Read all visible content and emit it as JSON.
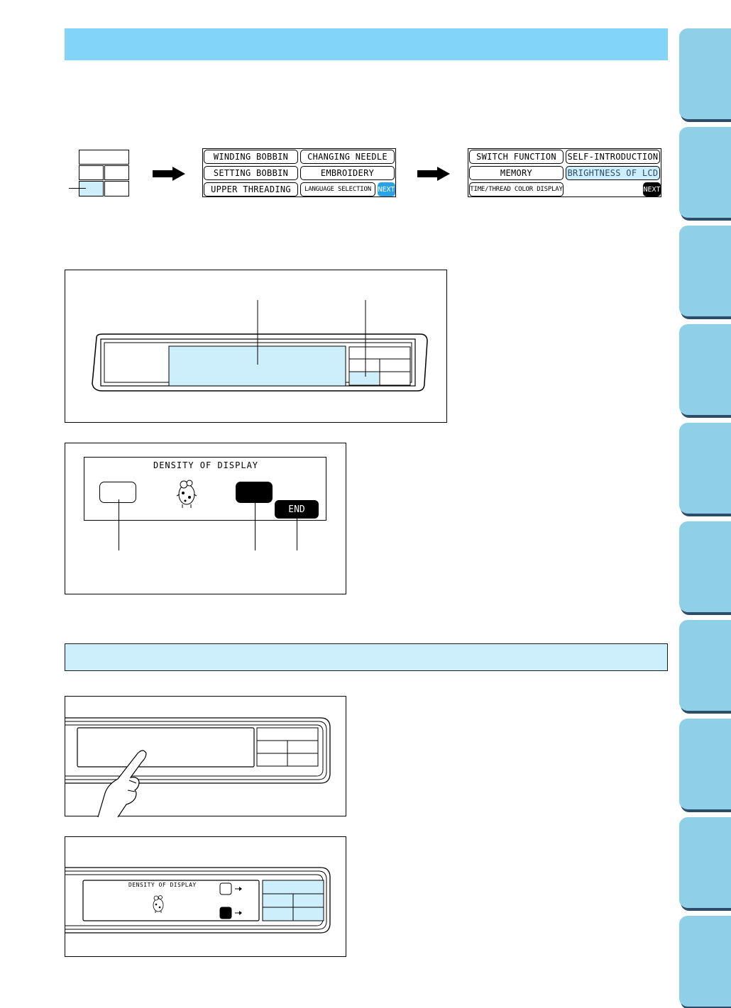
{
  "colors": {
    "header_bar": "#82d5f7",
    "sub_bar": "#cdeffb",
    "side_tab": "#8fcfe8",
    "next_button_active": "#29a3e6",
    "next_button_dark": "#000000",
    "lcd_highlight": "#cdeffb"
  },
  "menu_page_1": {
    "buttons": [
      "WINDING BOBBIN",
      "CHANGING NEEDLE",
      "SETTING BOBBIN",
      "EMBROIDERY",
      "UPPER THREADING",
      "LANGUAGE SELECTION"
    ],
    "next_label": "NEXT"
  },
  "menu_page_2": {
    "buttons": [
      "SWITCH FUNCTION",
      "SELF-INTRODUCTION",
      "MEMORY",
      "BRIGHTNESS OF LCD",
      "TIME/THREAD COLOR DISPLAY"
    ],
    "next_label": "NEXT"
  },
  "density_screen": {
    "title": "DENSITY OF DISPLAY",
    "end_label": "END",
    "icon": "cow-mascot-icon"
  },
  "panel_display": {
    "title": "DENSITY OF DISPLAY",
    "icon": "cow-mascot-icon"
  },
  "side_tabs_count": 10
}
